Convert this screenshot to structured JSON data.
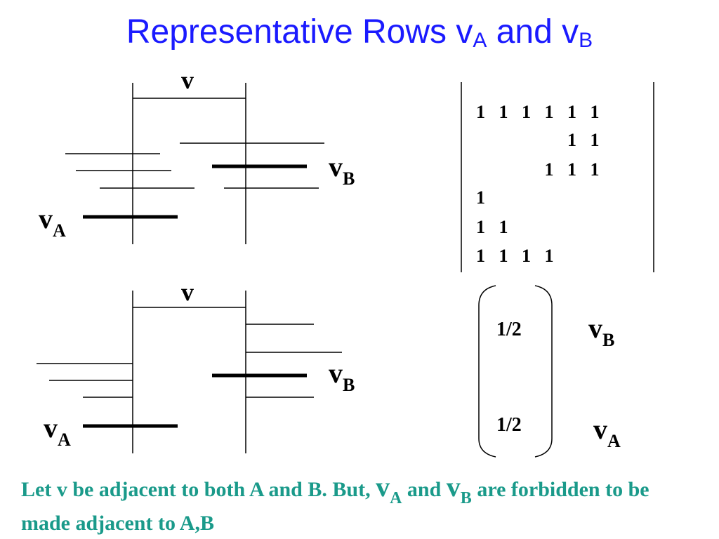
{
  "title": {
    "main": "Representative Rows v",
    "sub_a": "A",
    "and": "  and v",
    "sub_b": "B"
  },
  "labels": {
    "v": "v",
    "vA_base": "v",
    "vA_sub": "A",
    "vB_base": "v",
    "vB_sub": "B"
  },
  "matrix": {
    "rows": [
      "1   1   1   1   1   1",
      "                    1   1",
      "               1   1   1",
      "1",
      "1   1",
      "1   1   1   1"
    ]
  },
  "vector": {
    "top": "1/2",
    "bottom": "1/2"
  },
  "caption": {
    "part1": "Let v be adjacent to both A and B. But, ",
    "vA_base": "v",
    "vA_sub": "A",
    "and": " and ",
    "vB_base": "v",
    "vB_sub": "B",
    "part2": " are forbidden to be made adjacent to A,B"
  },
  "colors": {
    "title": "#1a1aff",
    "caption": "#1a9a8a"
  }
}
